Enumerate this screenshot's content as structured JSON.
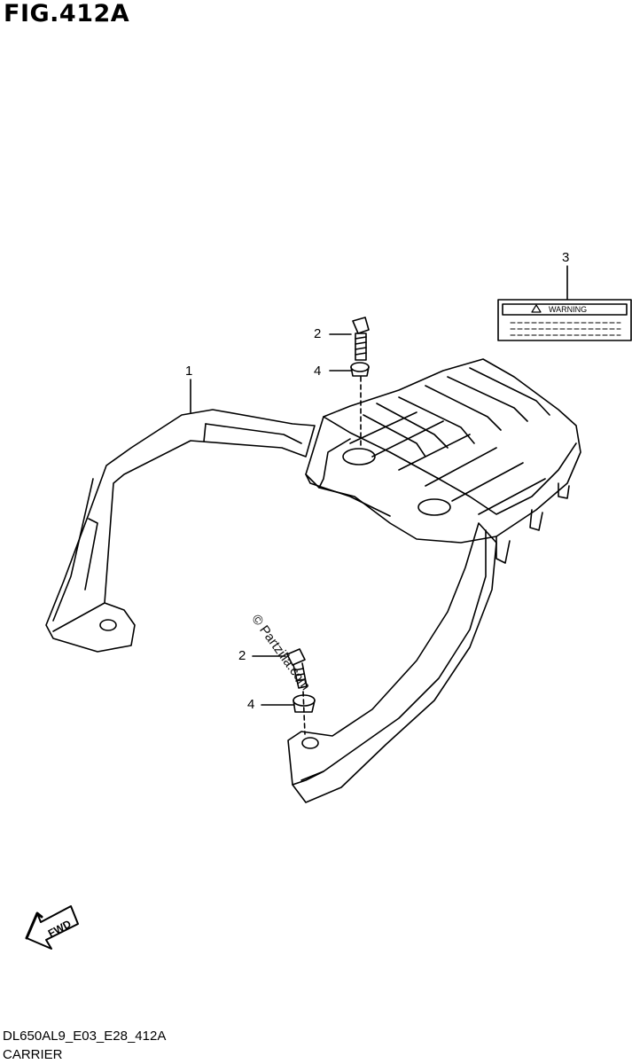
{
  "figure": {
    "title": "FIG.412A",
    "code": "DL650AL9_E03_E28_412A",
    "name": "CARRIER"
  },
  "callouts": [
    {
      "id": "1",
      "label": "1"
    },
    {
      "id": "2a",
      "label": "2"
    },
    {
      "id": "4a",
      "label": "4"
    },
    {
      "id": "3",
      "label": "3"
    },
    {
      "id": "2b",
      "label": "2"
    },
    {
      "id": "4b",
      "label": "4"
    }
  ],
  "warning_label": {
    "text": "WARNING"
  },
  "fwd_arrow": {
    "text": "FWD"
  },
  "watermark": {
    "text": "© Partzilla.com"
  }
}
